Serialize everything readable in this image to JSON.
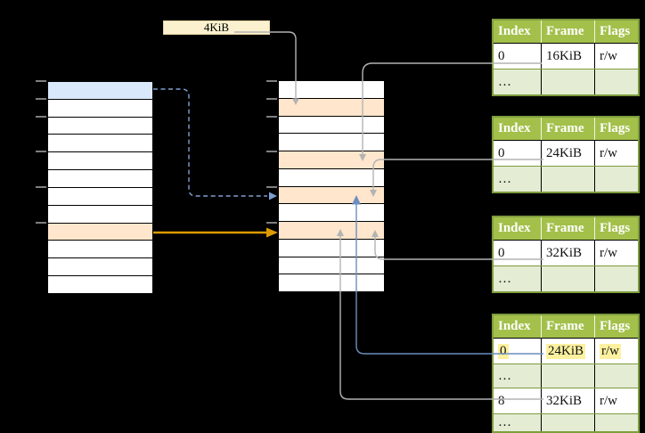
{
  "labels": {
    "page_size": "4KiB"
  },
  "colors": {
    "page_blue": "#dae8fc",
    "frame_orange": "#ffe6cc",
    "note_yellow": "#fcf1cf",
    "note_border": "#e6d5a5",
    "highlight_yellow": "#fdf1a0",
    "green_header": "#a3c04a",
    "green_light": "#e4ecd3",
    "green_border": "#7e9c3e",
    "gray_line": "#b3b3b3",
    "blue_line": "#6c8ebf",
    "blue_dashed": "#7f9fd1",
    "orange_line": "#dc9b00",
    "tick_gray": "#7f7f7f"
  },
  "virtual_memory": {
    "rows": 12,
    "blue_rows": [
      0
    ],
    "orange_rows": [
      8
    ]
  },
  "physical_memory": {
    "rows": 12,
    "blue_rows": [],
    "orange_rows": [
      1,
      4,
      6,
      8
    ]
  },
  "ticks": {
    "ys": [
      91,
      111,
      131,
      170,
      210,
      250
    ]
  },
  "page_tables": [
    {
      "id": "page-table-1",
      "headers": [
        "Index",
        "Frame",
        "Flags"
      ],
      "rows": [
        {
          "index": "0",
          "frame": "16KiB",
          "flags": "r/w",
          "highlight": false,
          "ellipsis": false
        },
        {
          "index": "…",
          "frame": "",
          "flags": "",
          "highlight": false,
          "ellipsis": true
        }
      ]
    },
    {
      "id": "page-table-2",
      "headers": [
        "Index",
        "Frame",
        "Flags"
      ],
      "rows": [
        {
          "index": "0",
          "frame": "24KiB",
          "flags": "r/w",
          "highlight": false,
          "ellipsis": false
        },
        {
          "index": "…",
          "frame": "",
          "flags": "",
          "highlight": false,
          "ellipsis": true
        }
      ]
    },
    {
      "id": "page-table-3",
      "headers": [
        "Index",
        "Frame",
        "Flags"
      ],
      "rows": [
        {
          "index": "0",
          "frame": "32KiB",
          "flags": "r/w",
          "highlight": false,
          "ellipsis": false
        },
        {
          "index": "…",
          "frame": "",
          "flags": "",
          "highlight": false,
          "ellipsis": true
        }
      ]
    },
    {
      "id": "page-table-4",
      "headers": [
        "Index",
        "Frame",
        "Flags"
      ],
      "rows": [
        {
          "index": "0",
          "frame": "24KiB",
          "flags": "r/w",
          "highlight": true,
          "ellipsis": false
        },
        {
          "index": "…",
          "frame": "",
          "flags": "",
          "highlight": false,
          "ellipsis": true
        },
        {
          "index": "8",
          "frame": "32KiB",
          "flags": "r/w",
          "highlight": false,
          "ellipsis": false
        },
        {
          "index": "…",
          "frame": "",
          "flags": "",
          "highlight": false,
          "ellipsis": true
        }
      ]
    }
  ],
  "connections": [
    {
      "from": "page-size-note",
      "to": "middle-frame-row-2",
      "style": "gray"
    },
    {
      "from": "page-table-1 row 0",
      "to": "middle-frame-row-5",
      "style": "gray"
    },
    {
      "from": "page-table-2 row 0",
      "to": "middle-frame-row-7",
      "style": "gray"
    },
    {
      "from": "page-table-3 row 0",
      "to": "middle-frame-row-9",
      "style": "gray"
    },
    {
      "from": "page-table-4 row 0",
      "to": "middle-frame-row-7",
      "style": "blue"
    },
    {
      "from": "page-table-4 row 8",
      "to": "middle-frame-row-9",
      "style": "gray"
    },
    {
      "from": "left-blue-page",
      "to": "middle-frame-row-7",
      "style": "blue-dashed"
    },
    {
      "from": "left-orange-page",
      "to": "middle-frame-row-9",
      "style": "orange"
    }
  ]
}
